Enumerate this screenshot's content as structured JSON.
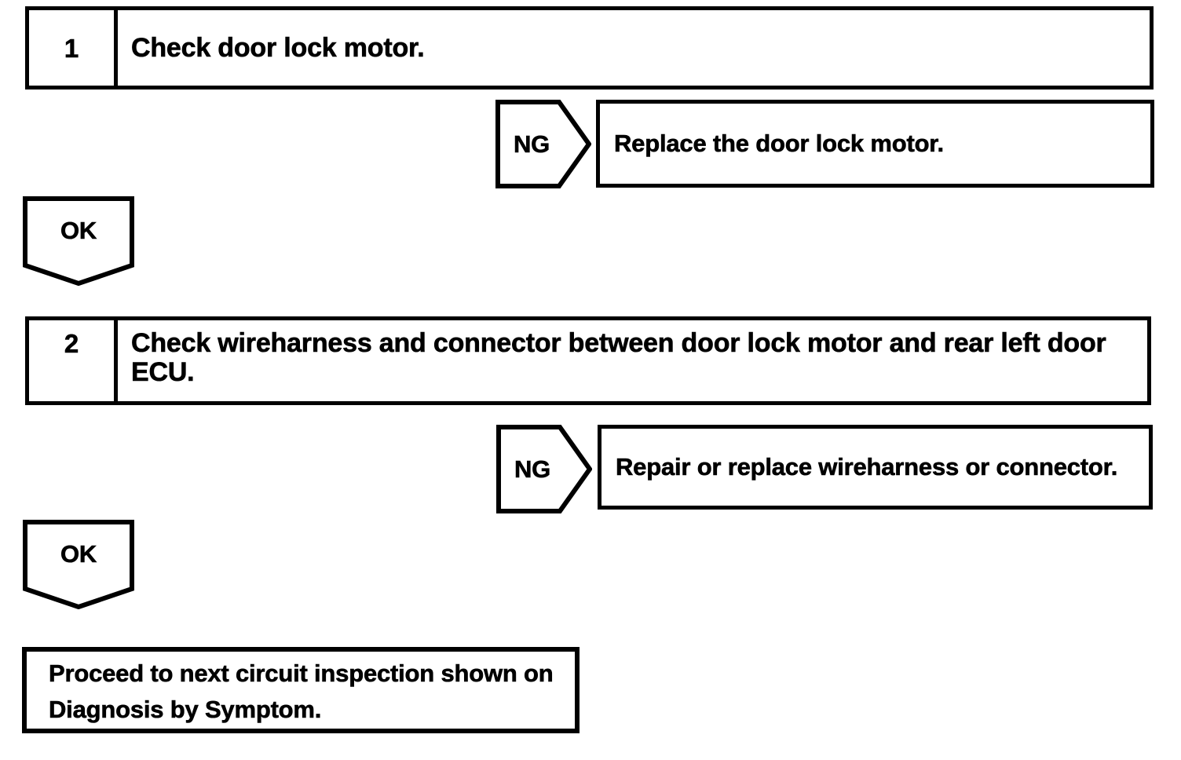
{
  "palette": {
    "background": "#ffffff",
    "ink": "#000000"
  },
  "flowchart": {
    "steps": [
      {
        "number": "1",
        "instruction": "Check door lock motor.",
        "ng_label": "NG",
        "ng_action": "Replace the door lock motor.",
        "ok_label": "OK"
      },
      {
        "number": "2",
        "instruction": "Check wireharness and connector between door lock motor and rear left door ECU.",
        "ng_label": "NG",
        "ng_action": "Repair or replace wireharness or connector.",
        "ok_label": "OK"
      }
    ],
    "terminal": {
      "lines": [
        "Proceed to next circuit inspection shown on",
        "Diagnosis by Symptom."
      ]
    }
  }
}
